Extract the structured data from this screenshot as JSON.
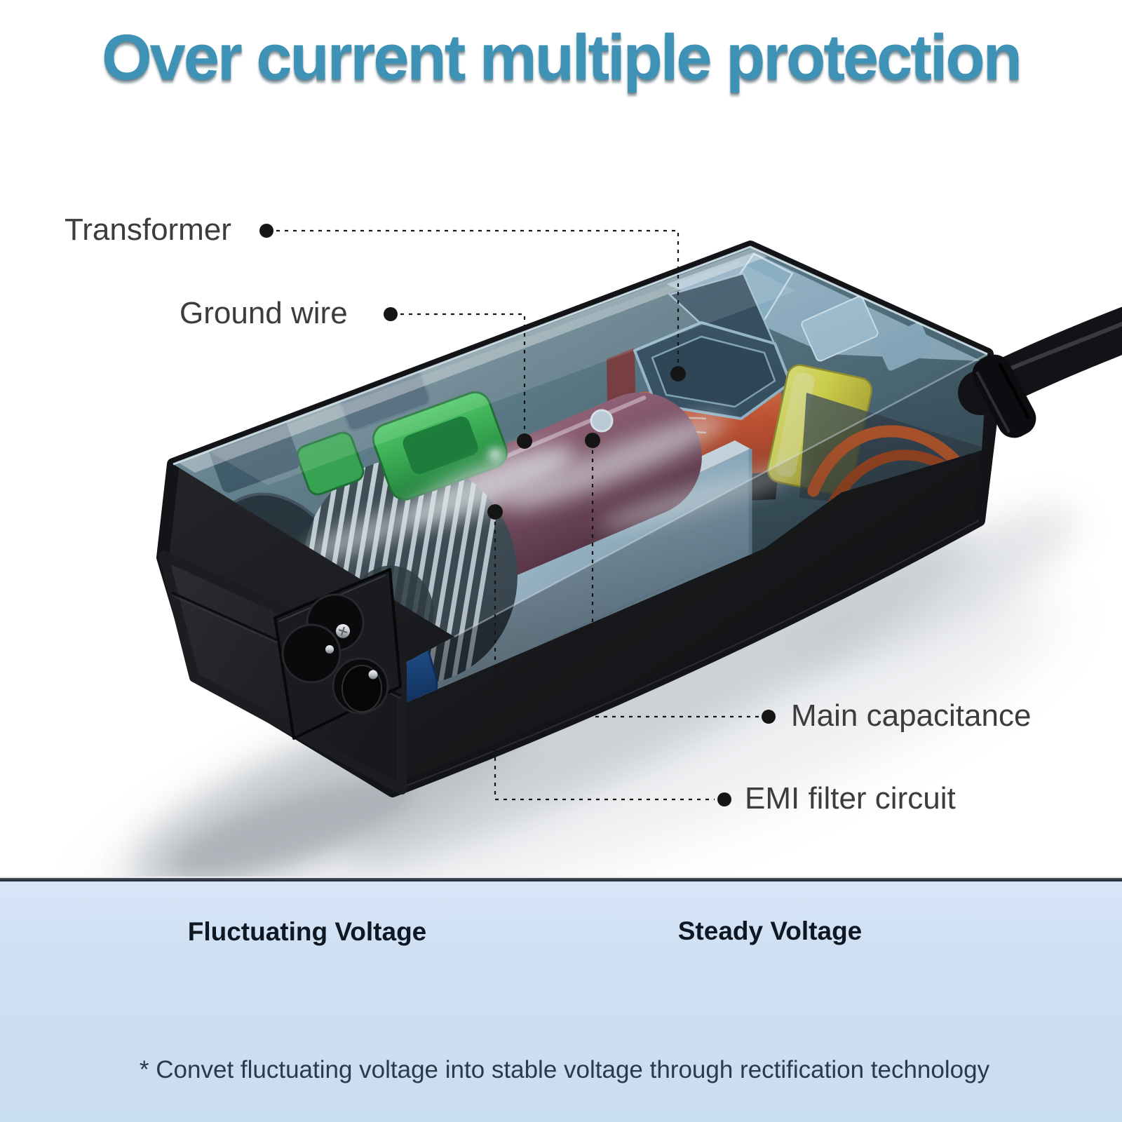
{
  "title": {
    "text": "Over current multiple protection",
    "color": "#3E92B6"
  },
  "callouts": [
    {
      "id": "transformer",
      "label": "Transformer"
    },
    {
      "id": "ground-wire",
      "label": "Ground wire"
    },
    {
      "id": "main-capacitance",
      "label": "Main capacitance"
    },
    {
      "id": "emi-filter-circuit",
      "label": "EMI filter circuit"
    }
  ],
  "illustration": {
    "subject": "power-adapter-cutaway",
    "component_colors": {
      "glass_tint": "#4e6b77",
      "case_black": "#17181b",
      "transformer_winding": "#d84a20",
      "main_capacitor": "#7e4458",
      "emi_coil_wire": "#dde4ea",
      "inductor_green": "#2fae44",
      "capacitor_yellow": "#e9e53e",
      "capacitor_blue": "#2f7de0",
      "pcb_blue": "#b5cfdf"
    }
  },
  "bottom_panel": {
    "left_label": "Fluctuating Voltage",
    "right_label": "Steady Voltage",
    "footnote": "* Convet fluctuating voltage into stable voltage through rectification technology",
    "icons": {
      "input": "dc-plug-icon",
      "converter": "chip-icon",
      "output": "monitor-icon"
    },
    "colors": {
      "panel_bg": "#CFE0F3",
      "chip_circle": "#E72560",
      "monitor_circle": "#1F6590",
      "beam_red": "#E62B5F",
      "beam_blue": "#2A6E96"
    }
  }
}
